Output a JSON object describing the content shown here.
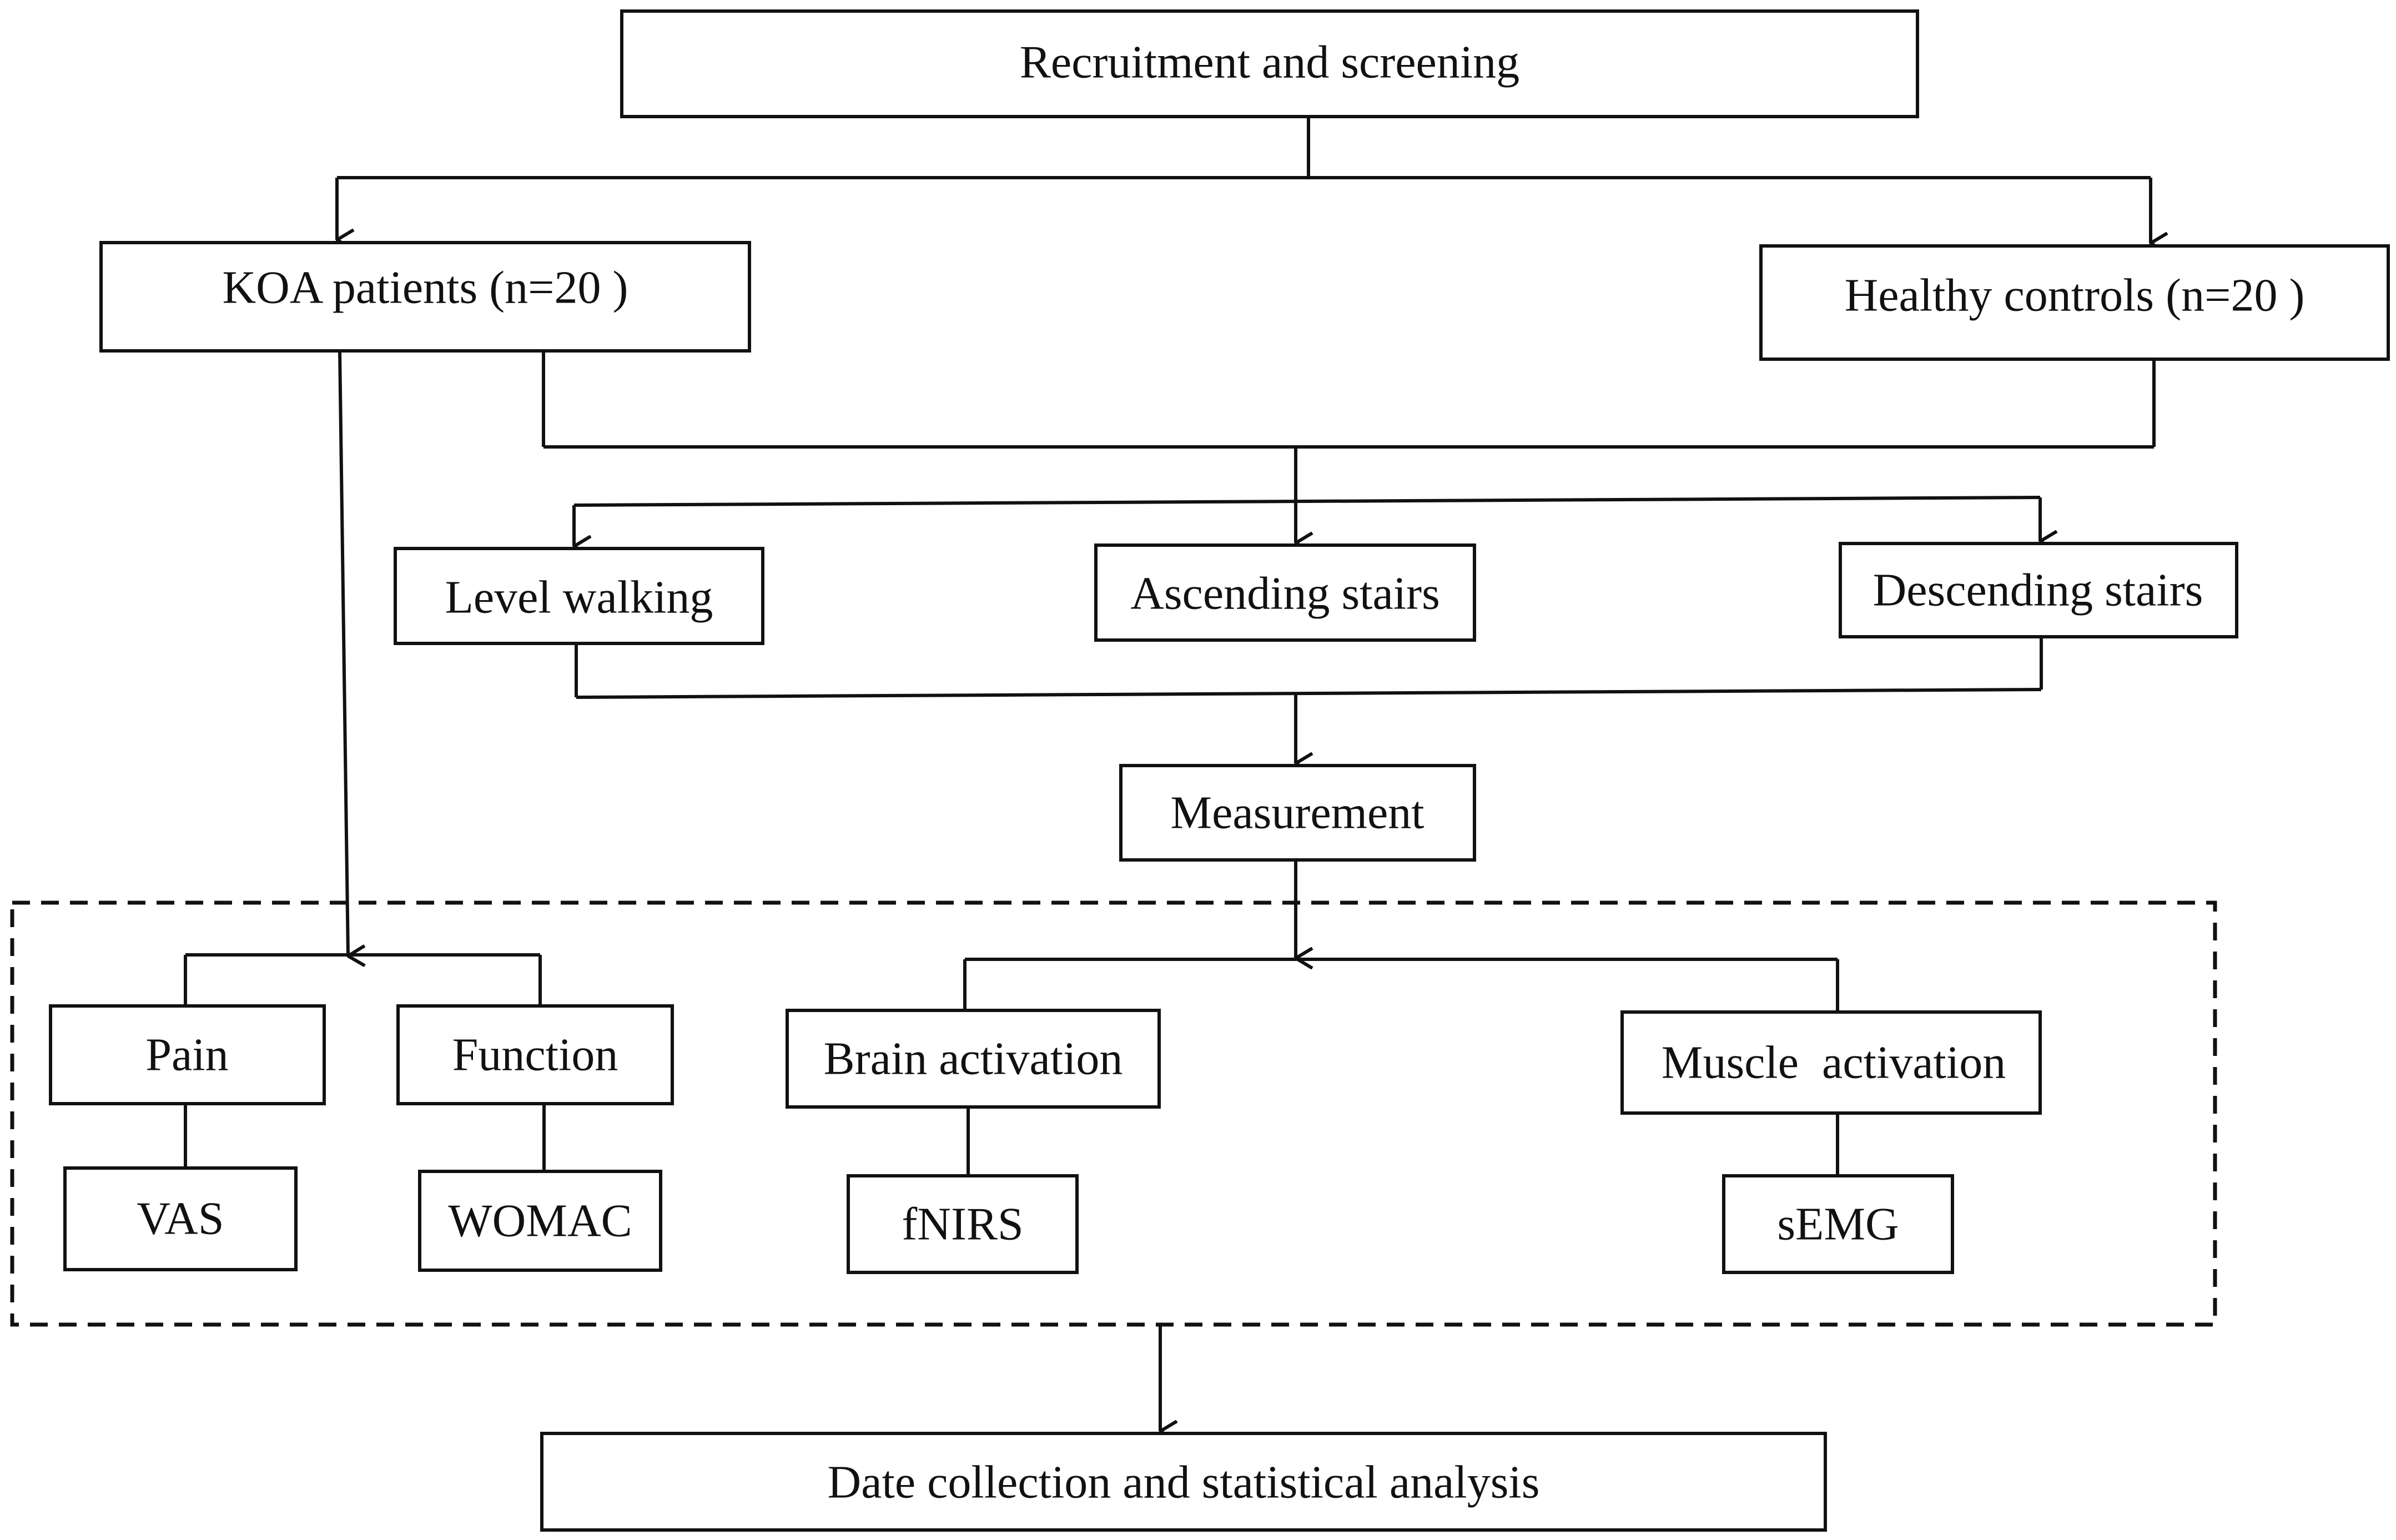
{
  "nodes": {
    "recruitment": "Recruitment and screening",
    "koa_patients": "KOA patients (n=20 )",
    "healthy_controls": "Healthy controls (n=20 )",
    "level_walking": "Level walking",
    "ascending_stairs": "Ascending stairs",
    "descending_stairs": "Descending stairs",
    "measurement": "Measurement",
    "pain": "Pain",
    "function": "Function",
    "brain_activation": "Brain activation",
    "muscle_activation": "Muscle  activation",
    "vas": "VAS",
    "womac": "WOMAC",
    "fnirs": "fNIRS",
    "semg": "sEMG",
    "date_collection": "Date collection and statistical analysis"
  },
  "colors": {
    "stroke": "#111111",
    "background": "#ffffff"
  }
}
